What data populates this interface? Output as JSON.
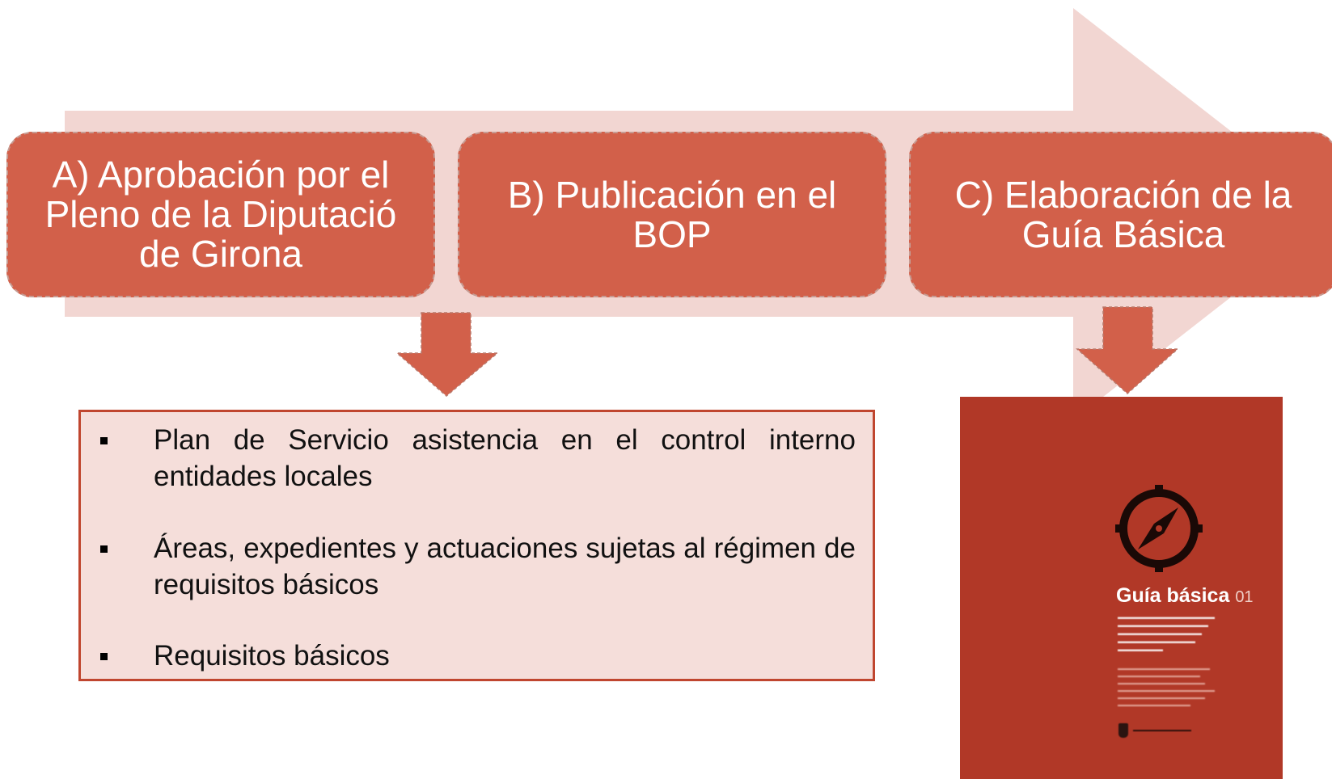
{
  "colors": {
    "background_arrow": "#f2d6d2",
    "step_fill": "#d2604a",
    "step_border": "#c69b92",
    "list_fill": "#f5deda",
    "list_border": "#c0462f",
    "cover_fill": "#b13827"
  },
  "steps": [
    {
      "label": "A) Aprobación por el Pleno de la Diputació de Girona"
    },
    {
      "label": "B) Publicación en el BOP"
    },
    {
      "label": "C) Elaboración de la Guía Básica"
    }
  ],
  "list": {
    "items": [
      {
        "text": "Plan de Servicio asistencia en el control interno entidades locales"
      },
      {
        "text": "Áreas, expedientes y actuaciones sujetas al régimen de requisitos básicos"
      },
      {
        "text": "Requisitos básicos"
      }
    ]
  },
  "guide_cover": {
    "title": "Guía básica",
    "number": "01",
    "icon": "compass-icon"
  }
}
